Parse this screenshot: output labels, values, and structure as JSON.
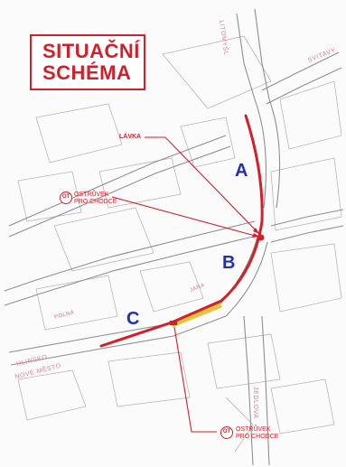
{
  "title": {
    "line1": "SITUAČNÍ",
    "line2": "SCHÉMA"
  },
  "streets": {
    "litomysl": "LITOMYŠL",
    "svitavy": "SVITAVY",
    "ledlova": "JEDLOVA",
    "polna": "POLNÁ",
    "ulice_mid": "JANA",
    "hlinsko": "HLINSKO",
    "nove_mesto": "NOVÉ MĚSTO"
  },
  "annotations": {
    "lavka": "LÁVKA",
    "island_top_badge": "OT",
    "island_top_line1": "OSTRŮVEK",
    "island_top_line2": "PRO CHODCE",
    "island_bottom_badge": "OT",
    "island_bottom_line1": "OSTRŮVEK",
    "island_bottom_line2": "PRO CHODCE"
  },
  "sections": {
    "a": "A",
    "b": "B",
    "c": "C"
  },
  "colors": {
    "route": "#d21f2a",
    "section_label": "#2030b5",
    "highlight": "#e8c23a",
    "title": "#d21f2a"
  }
}
